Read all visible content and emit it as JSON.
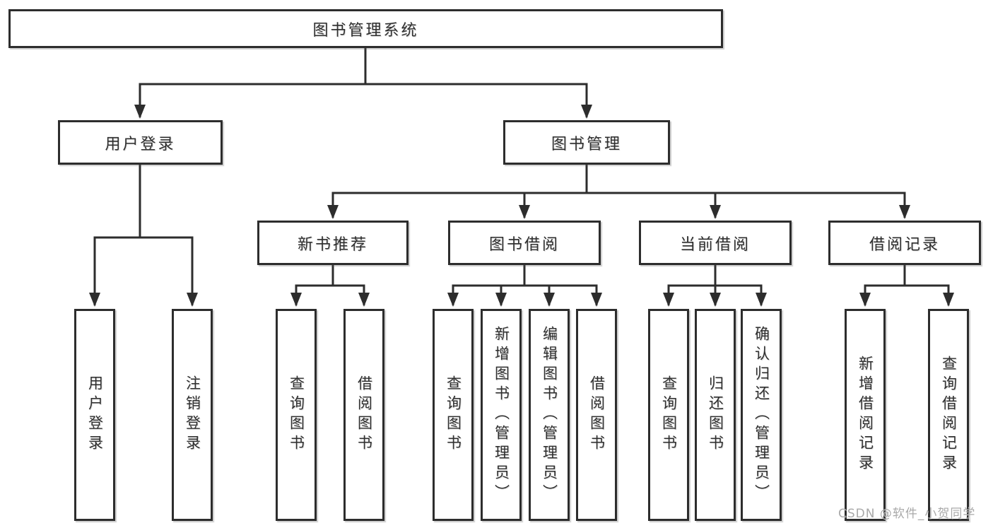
{
  "diagram": {
    "root_label": "图书管理系统",
    "level2": {
      "user_login": "用户登录",
      "book_management": "图书管理"
    },
    "level3": {
      "new_book_recommendation": "新书推荐",
      "book_borrowing": "图书借阅",
      "current_borrowing": "当前借阅",
      "borrowing_records": "借阅记录"
    },
    "leaves": {
      "user_login": [
        "用户登录",
        "注销登录"
      ],
      "new_book_recommendation": [
        "查询图书",
        "借阅图书"
      ],
      "book_borrowing": [
        "查询图书",
        "新增图书（管理员）",
        "编辑图书（管理员）",
        "借阅图书"
      ],
      "current_borrowing": [
        "查询图书",
        "归还图书",
        "确认归还（管理员）"
      ],
      "borrowing_records": [
        "新增借阅记录",
        "查询借阅记录"
      ]
    }
  },
  "watermark": "CSDN @软件_小贺同学",
  "colors": {
    "line": "#2d2d2d",
    "text": "#2f2f2f",
    "watermark": "#a9a9a9",
    "background": "#ffffff"
  }
}
